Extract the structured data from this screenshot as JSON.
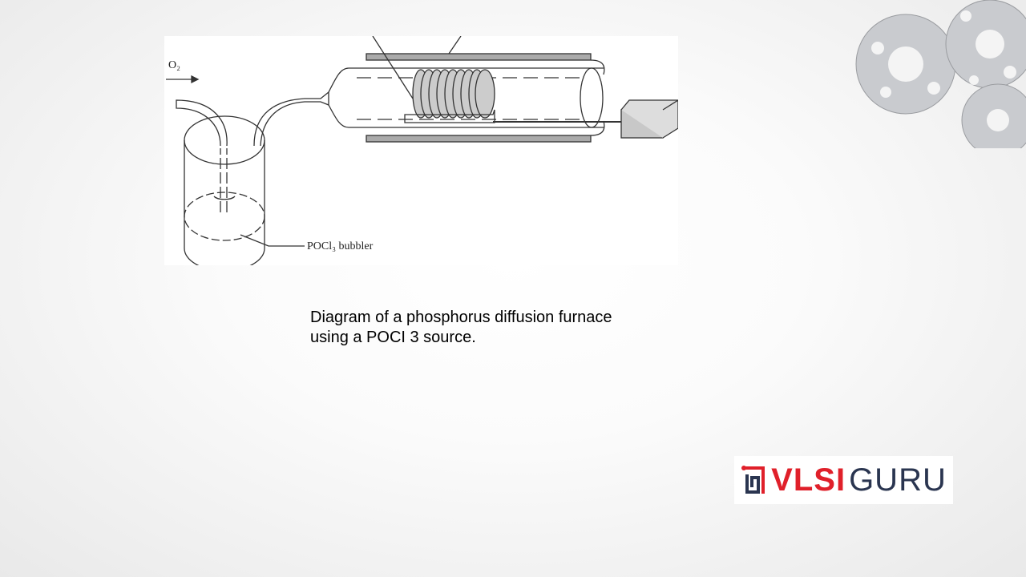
{
  "diagram": {
    "labels": {
      "oxygen": "O₂",
      "bubbler": "POCl₃ bubbler"
    }
  },
  "caption": "Diagram of a phosphorus diffusion furnace using a POCI 3 source.",
  "logo": {
    "part1": "VLSI",
    "part2": "GURU",
    "brand_red": "#e0202a",
    "brand_blue": "#2a3550"
  },
  "decor": {
    "gears": "gears-icon"
  }
}
